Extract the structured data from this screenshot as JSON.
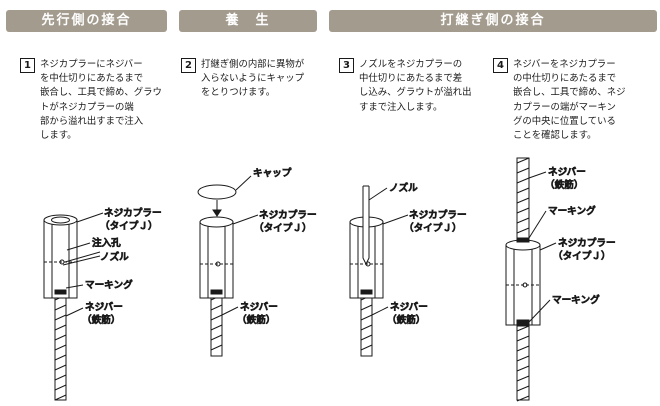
{
  "headers": {
    "h1": "先行側の接合",
    "h2": "養　生",
    "h3": "打継ぎ側の接合"
  },
  "steps": [
    {
      "num": "1",
      "text": "ネジカプラーにネジバー\nを中仕切りにあたるまで\n嵌合し、工具で締め、グラウ\nトがネジカプラーの端\n部から溢れ出すまで注入\nします。"
    },
    {
      "num": "2",
      "text": "打継ぎ側の内部に異物が\n入らないようにキャップ\nをとりつけます。"
    },
    {
      "num": "3",
      "text": "ノズルをネジカプラーの\n中仕切りにあたるまで差\nし込み、グラウトが溢れ出\nすまで注入します。"
    },
    {
      "num": "4",
      "text": "ネジバーをネジカプラー\nの中仕切りにあたるまで\n嵌合し、工具で締め、ネジ\nカプラーの端がマーキン\nグの中央に位置している\nことを確認します。"
    }
  ],
  "labels": {
    "d1": {
      "coupler_l1": "ネジカプラー",
      "coupler_l2": "（タイプＪ）",
      "inlet": "注入孔",
      "nozzle": "ノズル",
      "marking": "マーキング",
      "bar_l1": "ネジバー",
      "bar_l2": "（鉄筋）"
    },
    "d2": {
      "cap": "キャップ",
      "coupler_l1": "ネジカプラー",
      "coupler_l2": "（タイプＪ）",
      "bar_l1": "ネジバー",
      "bar_l2": "（鉄筋）"
    },
    "d3": {
      "nozzle": "ノズル",
      "coupler_l1": "ネジカプラー",
      "coupler_l2": "（タイプＪ）",
      "bar_l1": "ネジバー",
      "bar_l2": "（鉄筋）"
    },
    "d4": {
      "bar_l1": "ネジバー",
      "bar_l2": "（鉄筋）",
      "marking_top": "マーキング",
      "coupler_l1": "ネジカプラー",
      "coupler_l2": "（タイプＪ）",
      "marking_bottom": "マーキング"
    }
  },
  "colors": {
    "header_bg": "#a39b8e",
    "header_text": "#ffffff",
    "line": "#1a1a1a"
  }
}
